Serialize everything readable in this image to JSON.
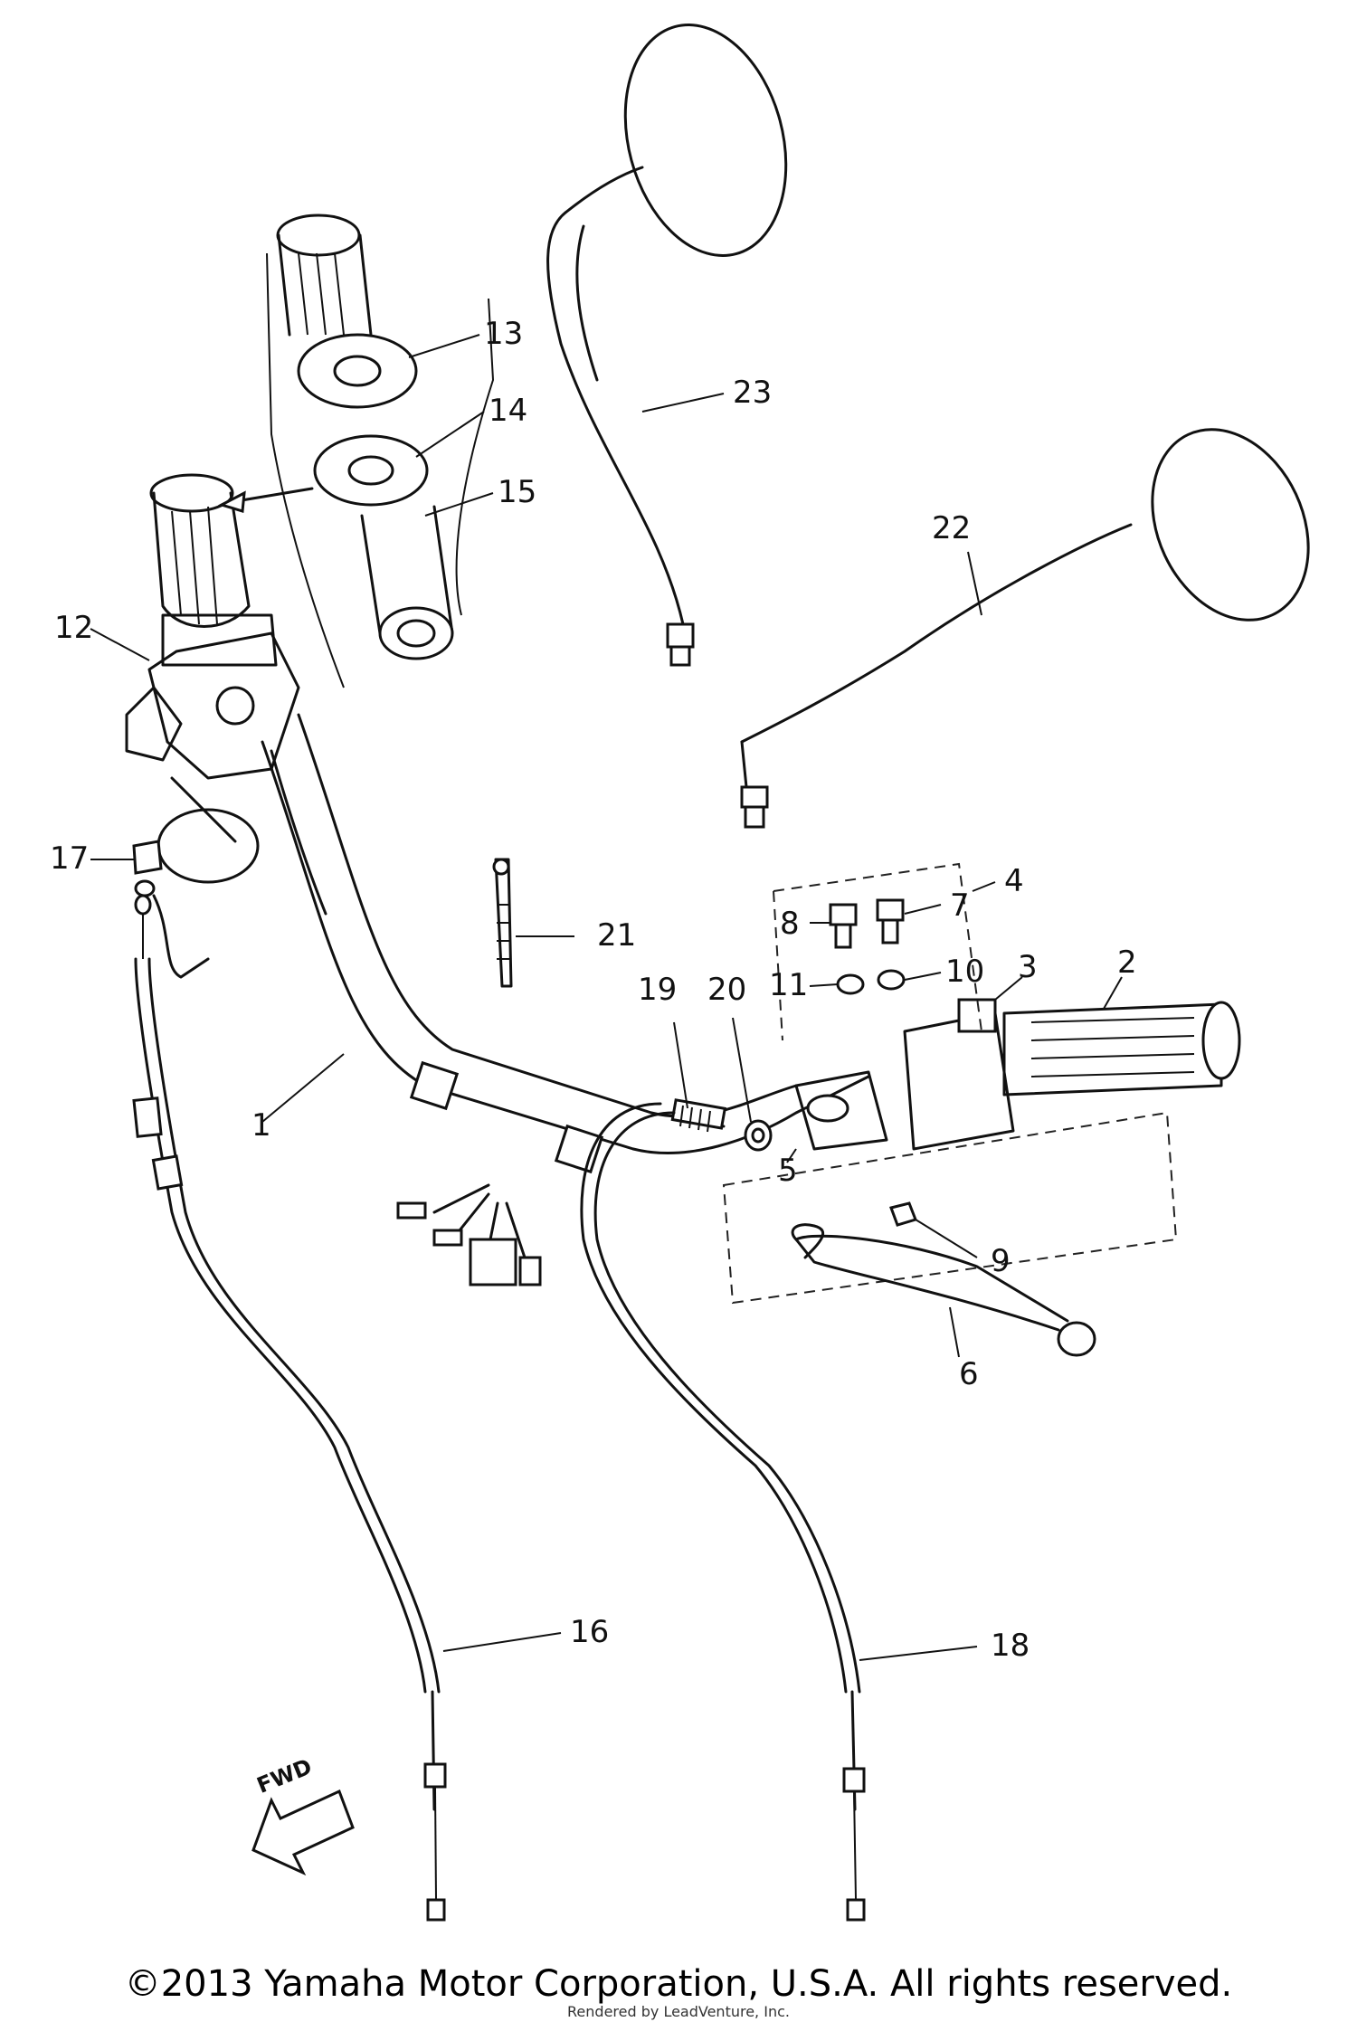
{
  "callouts": [
    {
      "id": "1",
      "label": "1"
    },
    {
      "id": "2",
      "label": "2"
    },
    {
      "id": "3",
      "label": "3"
    },
    {
      "id": "4",
      "label": "4"
    },
    {
      "id": "5",
      "label": "5"
    },
    {
      "id": "6",
      "label": "6"
    },
    {
      "id": "7",
      "label": "7"
    },
    {
      "id": "8",
      "label": "8"
    },
    {
      "id": "9",
      "label": "9"
    },
    {
      "id": "10",
      "label": "10"
    },
    {
      "id": "11",
      "label": "11"
    },
    {
      "id": "12",
      "label": "12"
    },
    {
      "id": "13",
      "label": "13"
    },
    {
      "id": "14",
      "label": "14"
    },
    {
      "id": "15",
      "label": "15"
    },
    {
      "id": "16",
      "label": "16"
    },
    {
      "id": "17",
      "label": "17"
    },
    {
      "id": "18",
      "label": "18"
    },
    {
      "id": "19",
      "label": "19"
    },
    {
      "id": "20",
      "label": "20"
    },
    {
      "id": "21",
      "label": "21"
    },
    {
      "id": "22",
      "label": "22"
    },
    {
      "id": "23",
      "label": "23"
    }
  ],
  "fwd_arrow": {
    "label": "FWD"
  },
  "footer": {
    "copyright": "©2013 Yamaha Motor Corporation, U.S.A. All rights reserved.",
    "renderer": "Rendered by LeadVenture, Inc."
  }
}
